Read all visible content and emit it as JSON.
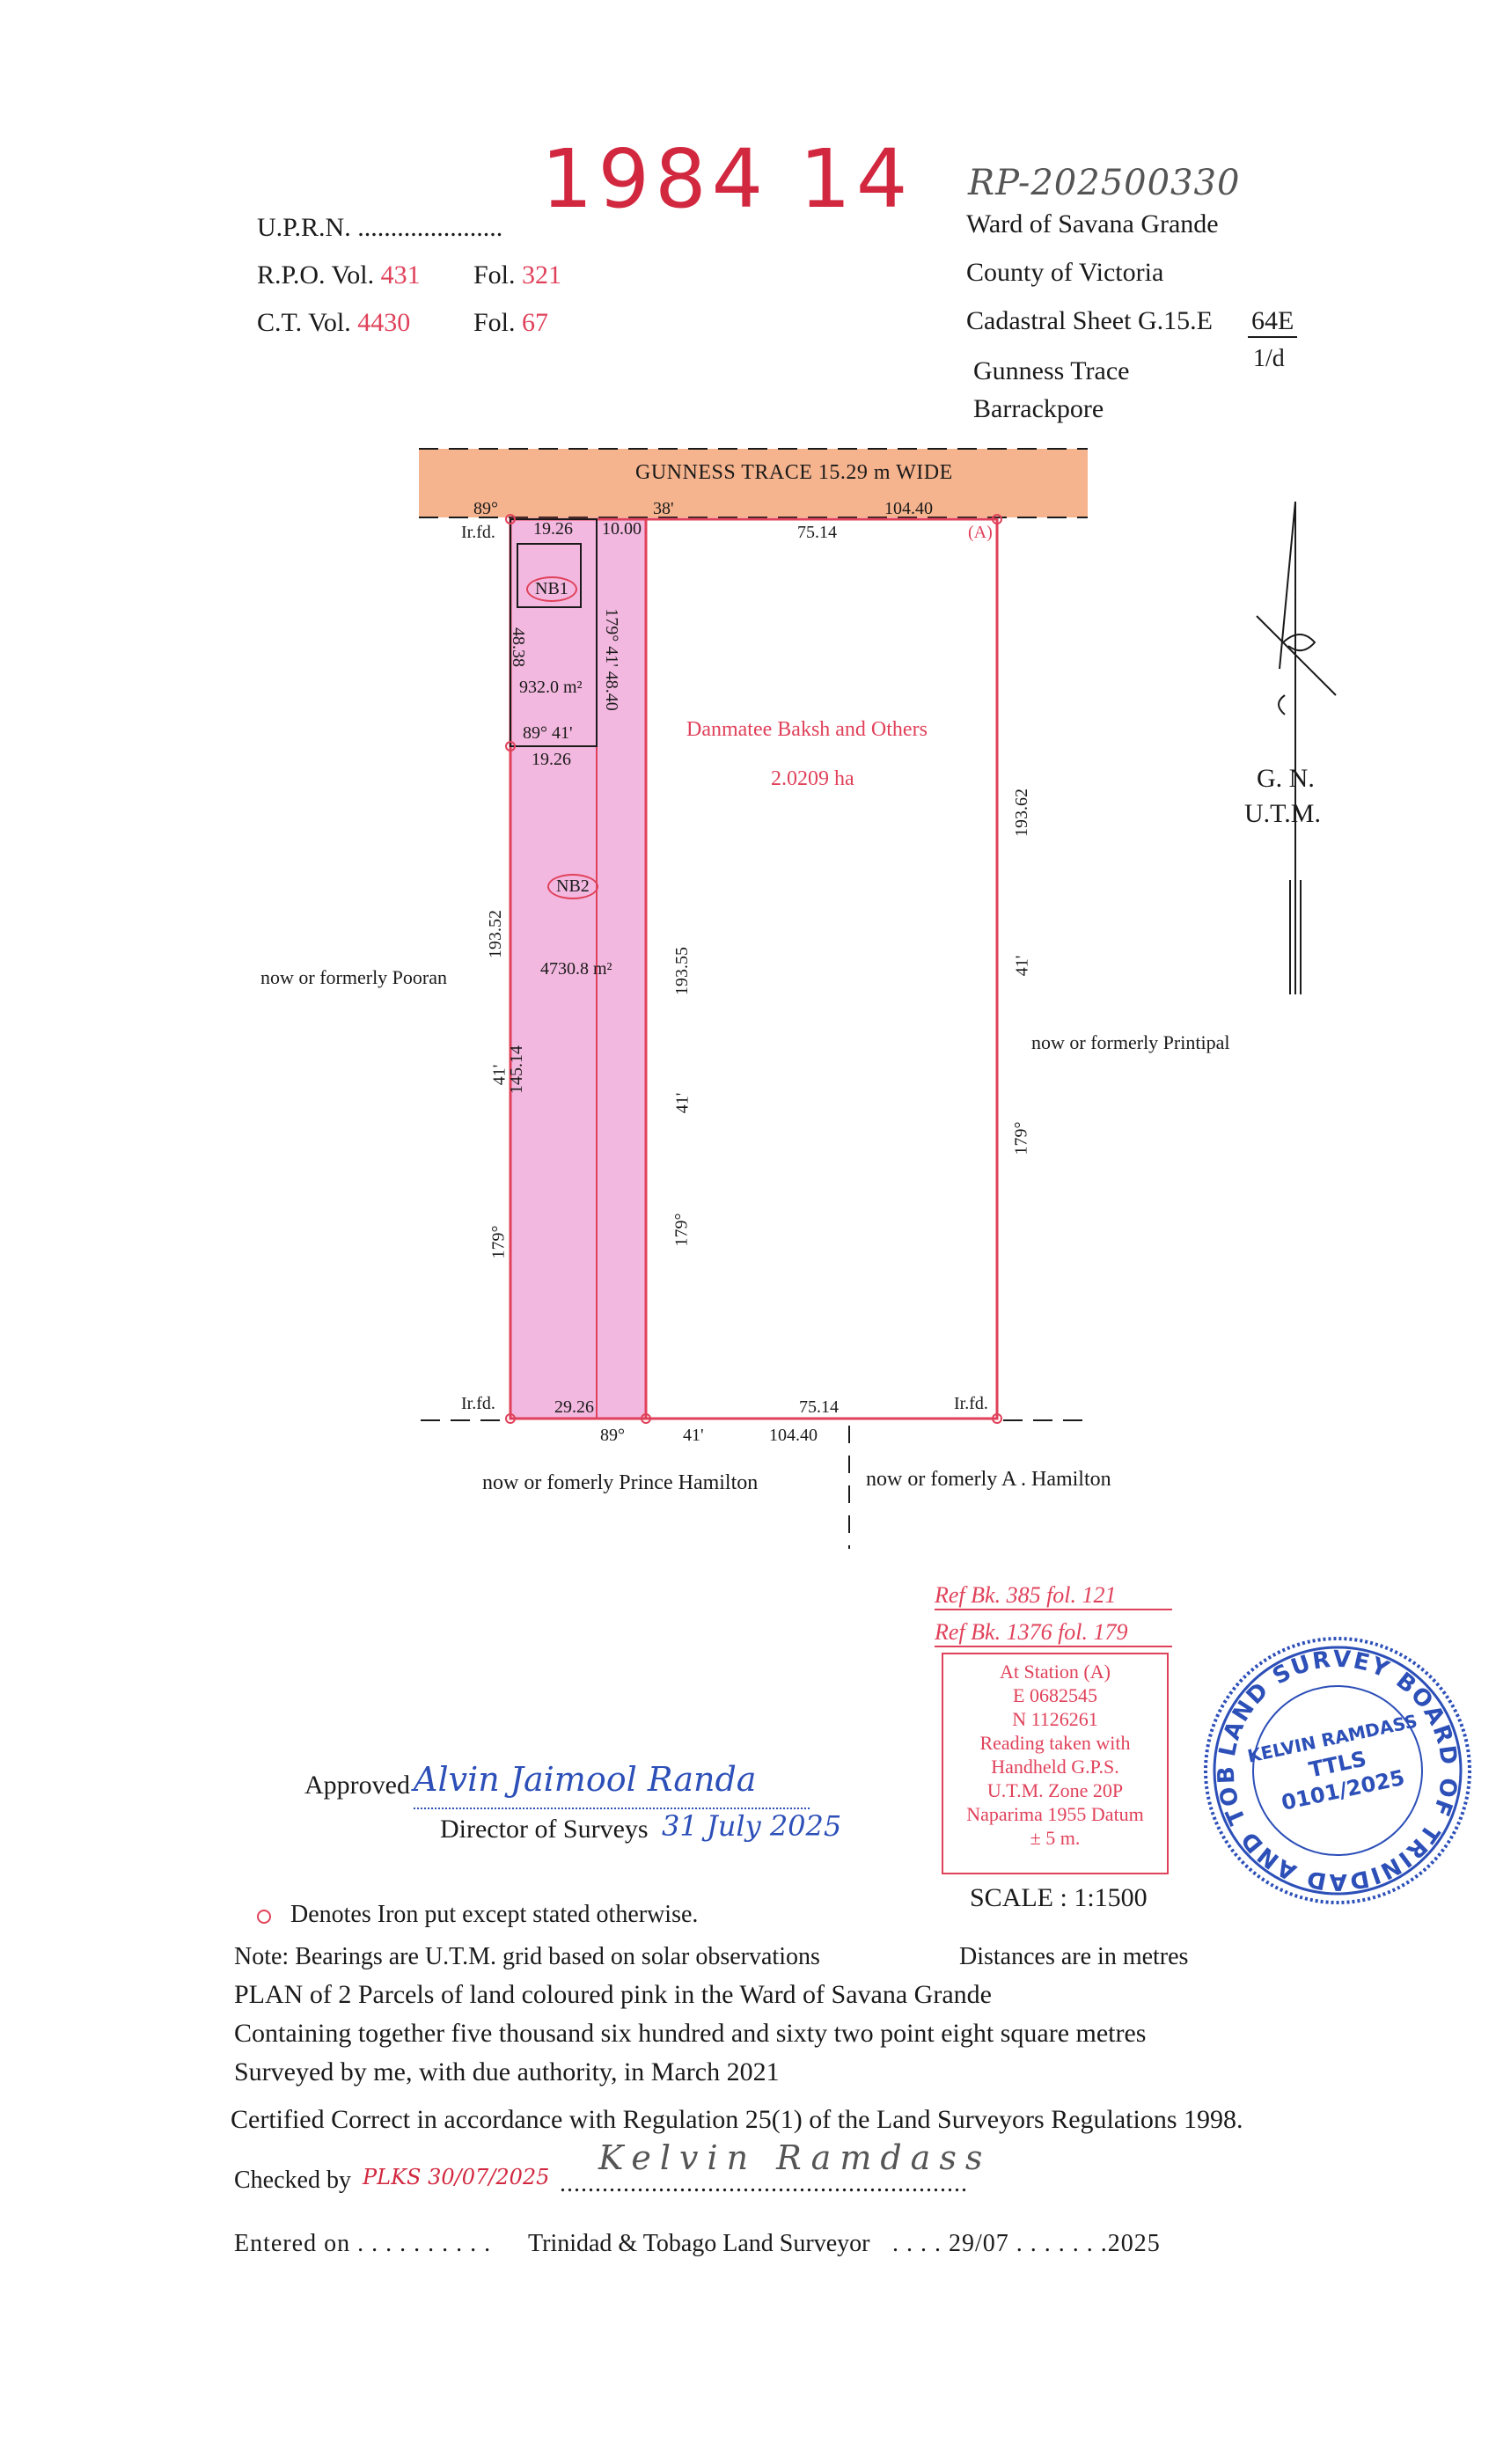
{
  "header": {
    "stamp_number": "1984 14",
    "rp_number": "RP-202500330",
    "uprn_label": "U.P.R.N. ......................",
    "rpo_vol_label": "R.P.O. Vol.",
    "rpo_vol_value": "431",
    "rpo_fol_label": "Fol.",
    "rpo_fol_value": "321",
    "ct_vol_label": "C.T. Vol.",
    "ct_vol_value": "4430",
    "ct_fol_label": "Fol.",
    "ct_fol_value": "67",
    "ward": "Ward of Savana Grande",
    "county": "County of Victoria",
    "cadastral_sheet": "Cadastral Sheet G.15.E",
    "cadastral_num": "64E",
    "cadastral_den": "1/d",
    "location_1": "Gunness Trace",
    "location_2": "Barrackpore"
  },
  "plan": {
    "road_label": "GUNNESS   TRACE  15.29 m   WIDE",
    "top_bearing_deg": "89°",
    "top_bearing_min": "38'",
    "top_total": "104.40",
    "top_nb1": "19.26",
    "top_strip": "10.00",
    "top_main": "75.14",
    "station_a": "(A)",
    "ir_fd_tl": "Ir.fd.",
    "ir_fd_bl": "Ir.fd.",
    "ir_fd_br": "Ir.fd.",
    "nb1_label": "NB1",
    "nb1_area": "932.0 m²",
    "nb1_side": "48.38",
    "nb1_bottom_bearing": "89° 41'",
    "nb1_bottom_dist": "19.26",
    "strip_bearing": "179° 41' 48.40",
    "main_owner": "Danmatee Baksh and Others",
    "main_area": "2.0209 ha",
    "nb2_label": "NB2",
    "nb2_area": "4730.8 m²",
    "left_total": "193.52",
    "left_lower": "145.14",
    "left_min": "41'",
    "left_deg": "179°",
    "mid_dist": "193.55",
    "mid_min": "41'",
    "mid_deg": "179°",
    "right_dist": "193.62",
    "right_min": "41'",
    "right_deg": "179°",
    "bottom_left": "29.26",
    "bottom_main": "75.14",
    "bottom_deg": "89°",
    "bottom_min": "41'",
    "bottom_total": "104.40",
    "west_neighbour": "now or formerly Pooran",
    "east_neighbour": "now or formerly Printipal",
    "south_neighbour_1": "now or fomerly Prince Hamilton",
    "south_neighbour_2": "now or fomerly A .  Hamilton",
    "north_label_1": "G.  N.",
    "north_label_2": "U.T.M."
  },
  "refs": {
    "ref1": "Ref Bk. 385  fol. 121",
    "ref2": "Ref Bk. 1376  fol. 179",
    "station_lines": [
      "At Station (A)",
      "E 0682545",
      "N 1126261",
      "Reading taken with",
      "Handheld G.P.S.",
      "U.T.M. Zone 20P",
      "Naparima 1955 Datum",
      "± 5 m."
    ],
    "scale": "SCALE : 1:1500"
  },
  "stamp": {
    "ring_text": "LAND SURVEY BOARD OF TRINIDAD AND TOBAGO",
    "name": "KELVIN RAMDASS",
    "title": "TTLS",
    "number": "0101/2025",
    "color": "#2c4fb8"
  },
  "approval": {
    "approved_label": "Approved",
    "approved_signature": "Alvin Jaimool Randa",
    "director_label": "Director of Surveys",
    "director_date": "31 July 2025"
  },
  "notes": {
    "iron_note": "Denotes Iron put except stated otherwise.",
    "bearing_note": "Note: Bearings are U.T.M. grid based on solar observations",
    "distances_note": "Distances are in metres",
    "plan_line_1": "PLAN of 2 Parcels of land coloured pink in the Ward of Savana Grande",
    "plan_line_2": "Containing together five thousand six hundred and sixty two point eight square metres",
    "plan_line_3": "Surveyed by me, with due authority, in March 2021",
    "certified": "Certified Correct in accordance with Regulation 25(1) of the Land Surveyors Regulations 1998.",
    "checked_label": "Checked by",
    "checked_hand": "PLKS 30/07/2025",
    "checked_dots": "..........................................................",
    "checked_signature": "Kelvin Ramdass",
    "entered_line": "Entered on . . . . . . . . . .",
    "surveyor_label": "Trinidad & Tobago  Land Surveyor",
    "surveyor_date": ". . . . 29/07 . . . . . . .2025"
  },
  "colors": {
    "road_fill": "#f6b48e",
    "parcel_pink": "#f3b8df",
    "boundary_red": "#e0415a",
    "ink_black": "#1a1a1a"
  }
}
